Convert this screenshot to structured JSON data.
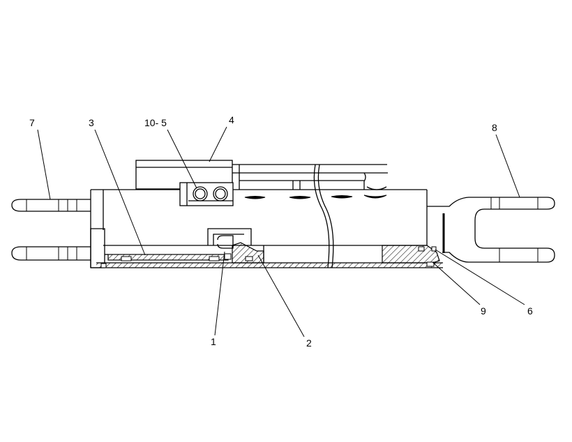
{
  "callouts": {
    "c7": "7",
    "c3": "3",
    "c10_5": "10- 5",
    "c4": "4",
    "c8": "8",
    "c1": "1",
    "c2": "2",
    "c9": "9",
    "c6": "6"
  },
  "colors": {
    "line": "#000000",
    "background": "#ffffff"
  }
}
